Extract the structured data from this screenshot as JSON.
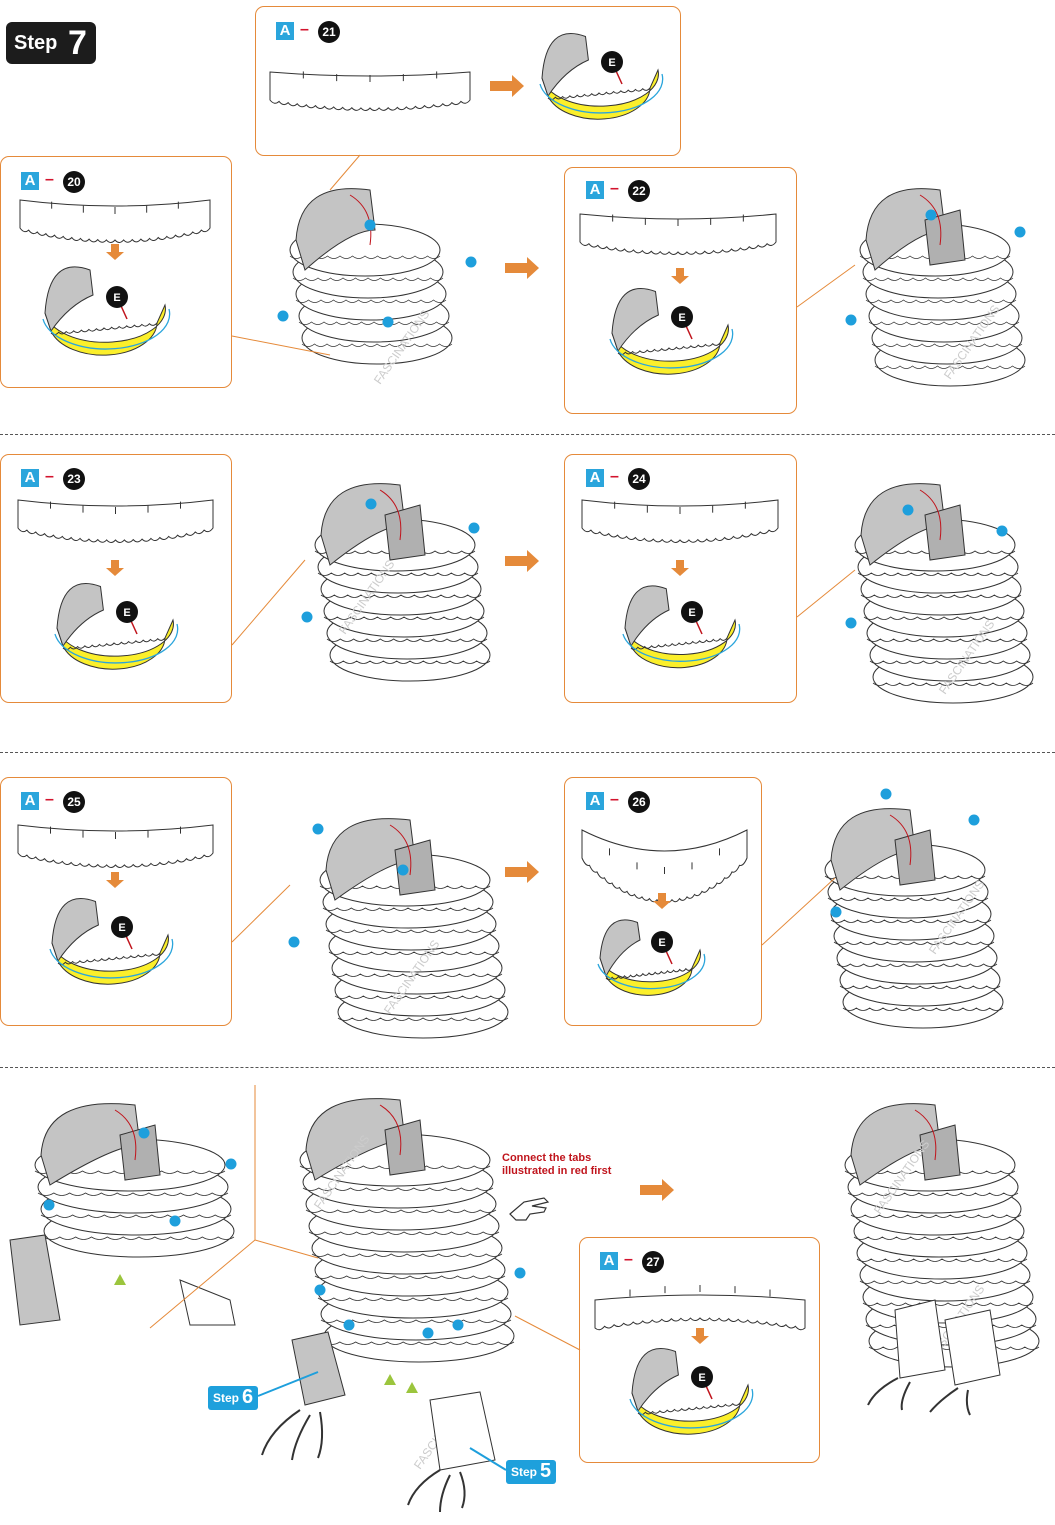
{
  "header": {
    "step_word": "Step",
    "step_number": "7"
  },
  "parts": [
    {
      "letter": "A",
      "dash": "–",
      "number": "21"
    },
    {
      "letter": "A",
      "dash": "–",
      "number": "20"
    },
    {
      "letter": "A",
      "dash": "–",
      "number": "22"
    },
    {
      "letter": "A",
      "dash": "–",
      "number": "23"
    },
    {
      "letter": "A",
      "dash": "–",
      "number": "24"
    },
    {
      "letter": "A",
      "dash": "–",
      "number": "25"
    },
    {
      "letter": "A",
      "dash": "–",
      "number": "26"
    },
    {
      "letter": "A",
      "dash": "–",
      "number": "27"
    }
  ],
  "marker_letter": "E",
  "watermark": "FASCINATIONS",
  "note": {
    "line1": "Connect the tabs",
    "line2": "illustrated in red first"
  },
  "substeps": [
    {
      "word": "Step",
      "number": "6"
    },
    {
      "word": "Step",
      "number": "5"
    }
  ],
  "colors": {
    "accent_orange": "#e58a3a",
    "part_blue": "#2aa5dc",
    "dot_blue": "#1e9fdc",
    "strip_yellow": "#fbef2b",
    "fold_gray": "#c4c4c4",
    "note_red": "#c0141c",
    "triangle_green": "#9bc53d"
  },
  "icons": [
    "pointing-hand-icon",
    "orange-arrow-icon",
    "e-marker-icon",
    "triangle-marker-icon"
  ]
}
